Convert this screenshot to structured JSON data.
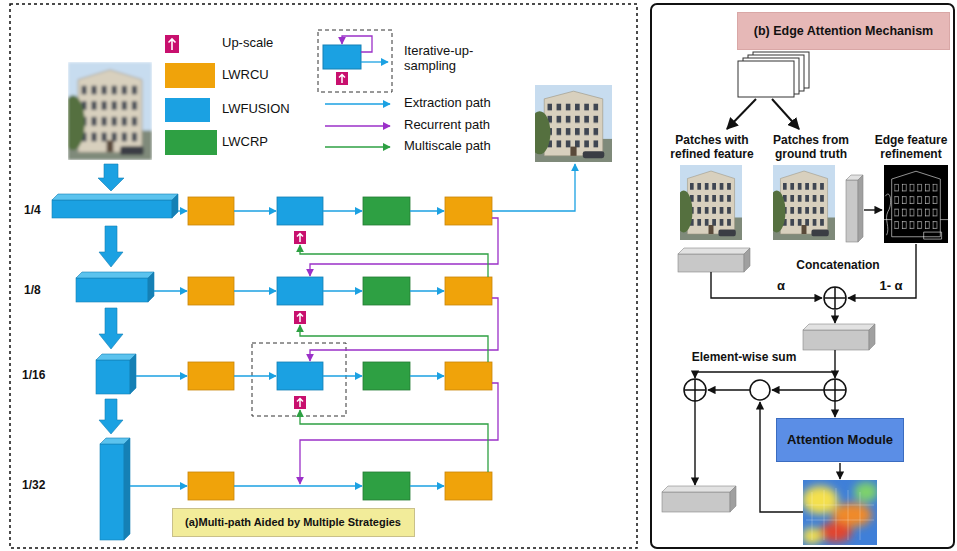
{
  "diagram": {
    "nodes": [
      {
        "text": [
          "(a)Multi-path Aided by Multiple Strategies"
        ]
      },
      {
        "text": [
          "(b) Edge Attention Mechanism"
        ]
      },
      {
        "text": [
          "Attention Module"
        ]
      }
    ],
    "labels": [
      "1/4",
      "1/8",
      "1/16",
      "1/32",
      "Patches with refined feature",
      "Patches from ground truth",
      "Edge feature refinement",
      "Concatenation",
      "α",
      "1- α",
      "Element-wise sum"
    ],
    "legend": [
      {
        "text": "Up-scale",
        "color": "#c8106e"
      },
      {
        "text": "LWRCU",
        "color": "#f0a30a"
      },
      {
        "text": "LWFUSION",
        "color": "#1ba1e2"
      },
      {
        "text": "LWCRP",
        "color": "#2ea043"
      },
      {
        "text": "Iterative-up-sampling"
      },
      {
        "text": "Extraction path"
      },
      {
        "text": "Recurrent path"
      },
      {
        "text": "Multiscale path"
      }
    ]
  }
}
